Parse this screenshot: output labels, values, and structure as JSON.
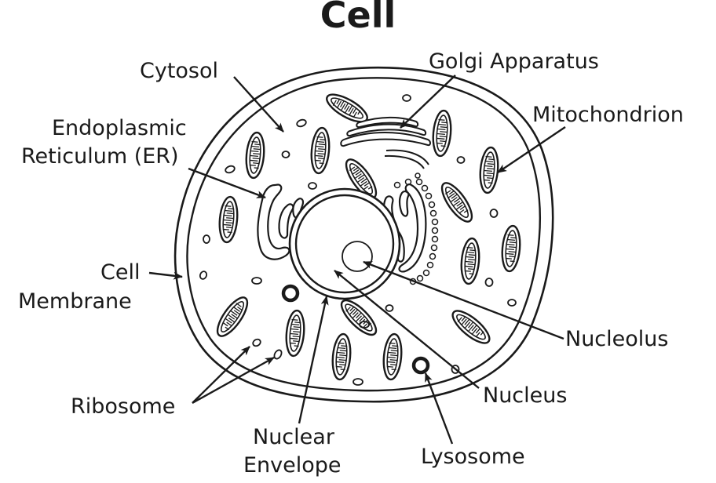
{
  "title": "Cell",
  "labels": {
    "cytosol": "Cytosol",
    "golgi": "Golgi Apparatus",
    "mitochondrion": "Mitochondrion",
    "er_line1": "Endoplasmic",
    "er_line2": "Reticulum (ER)",
    "cell_membrane_line1": "Cell",
    "cell_membrane_line2": "Membrane",
    "nucleolus": "Nucleolus",
    "nucleus": "Nucleus",
    "ribosome": "Ribosome",
    "nuclear_envelope_line1": "Nuclear",
    "nuclear_envelope_line2": "Envelope",
    "lysosome": "Lysosome"
  },
  "colors": {
    "ink": "#1a1a1a",
    "background": "#ffffff"
  }
}
